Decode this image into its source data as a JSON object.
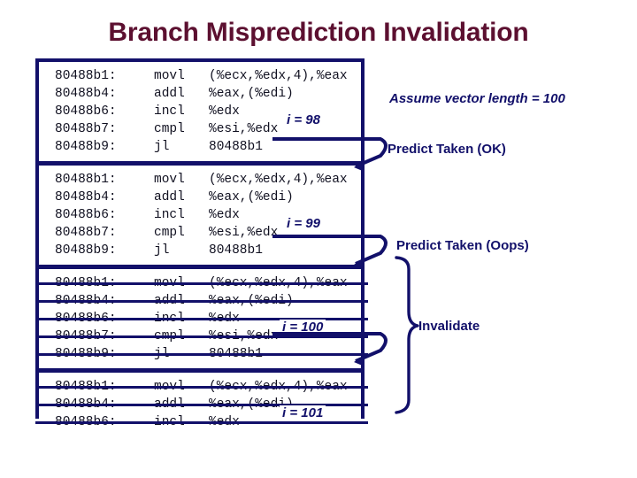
{
  "slide": {
    "title": "Branch Misprediction Invalidation",
    "title_color": "#5c1030",
    "accent_color": "#12106a",
    "code_color": "#101020"
  },
  "code_blocks": [
    {
      "id": "block-1",
      "iteration_label": "i = 98",
      "invalidated": false,
      "lines": [
        {
          "addr": "80488b1:",
          "op": "movl",
          "args": "(%ecx,%edx,4),%eax"
        },
        {
          "addr": "80488b4:",
          "op": "addl",
          "args": "%eax,(%edi)"
        },
        {
          "addr": "80488b6:",
          "op": "incl",
          "args": "%edx"
        },
        {
          "addr": "80488b7:",
          "op": "cmpl",
          "args": "%esi,%edx"
        },
        {
          "addr": "80488b9:",
          "op": "jl",
          "args": "80488b1"
        }
      ]
    },
    {
      "id": "block-2",
      "iteration_label": "i = 99",
      "invalidated": false,
      "lines": [
        {
          "addr": "80488b1:",
          "op": "movl",
          "args": "(%ecx,%edx,4),%eax"
        },
        {
          "addr": "80488b4:",
          "op": "addl",
          "args": "%eax,(%edi)"
        },
        {
          "addr": "80488b6:",
          "op": "incl",
          "args": "%edx"
        },
        {
          "addr": "80488b7:",
          "op": "cmpl",
          "args": "%esi,%edx"
        },
        {
          "addr": "80488b9:",
          "op": "jl",
          "args": "80488b1"
        }
      ]
    },
    {
      "id": "block-3",
      "iteration_label": "i = 100",
      "invalidated": true,
      "lines": [
        {
          "addr": "80488b1:",
          "op": "movl",
          "args": "(%ecx,%edx,4),%eax"
        },
        {
          "addr": "80488b4:",
          "op": "addl",
          "args": "%eax,(%edi)"
        },
        {
          "addr": "80488b6:",
          "op": "incl",
          "args": "%edx"
        },
        {
          "addr": "80488b7:",
          "op": "cmpl",
          "args": "%esi,%edx"
        },
        {
          "addr": "80488b9:",
          "op": "jl",
          "args": "80488b1"
        }
      ]
    },
    {
      "id": "block-4",
      "iteration_label": "i = 101",
      "invalidated": true,
      "lines": [
        {
          "addr": "80488b1:",
          "op": "movl",
          "args": "(%ecx,%edx,4),%eax"
        },
        {
          "addr": "80488b4:",
          "op": "addl",
          "args": "%eax,(%edi)"
        },
        {
          "addr": "80488b6:",
          "op": "incl",
          "args": "%edx"
        }
      ]
    }
  ],
  "annotations": {
    "assume": "Assume vector length = 100",
    "predict_ok": "Predict Taken (OK)",
    "predict_oops": "Predict Taken (Oops)",
    "invalidate": "Invalidate"
  }
}
